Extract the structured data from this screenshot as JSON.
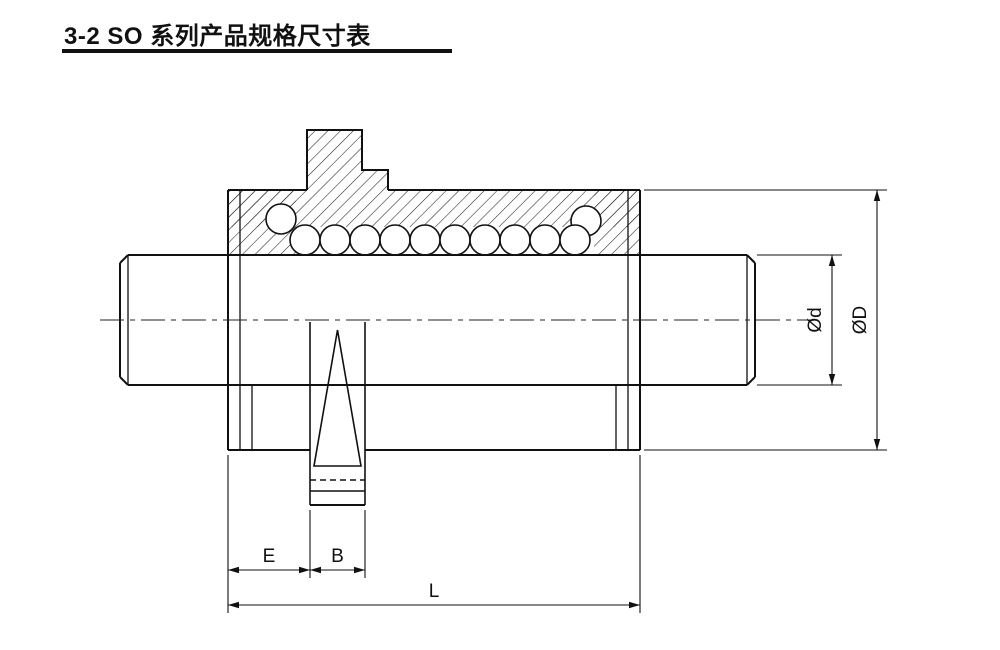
{
  "page": {
    "title": "3-2 SO 系列产品规格尺寸表"
  },
  "drawing": {
    "labels": {
      "dim_E": "E",
      "dim_B": "B",
      "dim_L": "L",
      "dim_d": "Ød",
      "dim_D": "ØD"
    },
    "colors": {
      "line": "#111111",
      "background": "#ffffff",
      "title_rule": "#111111"
    }
  }
}
